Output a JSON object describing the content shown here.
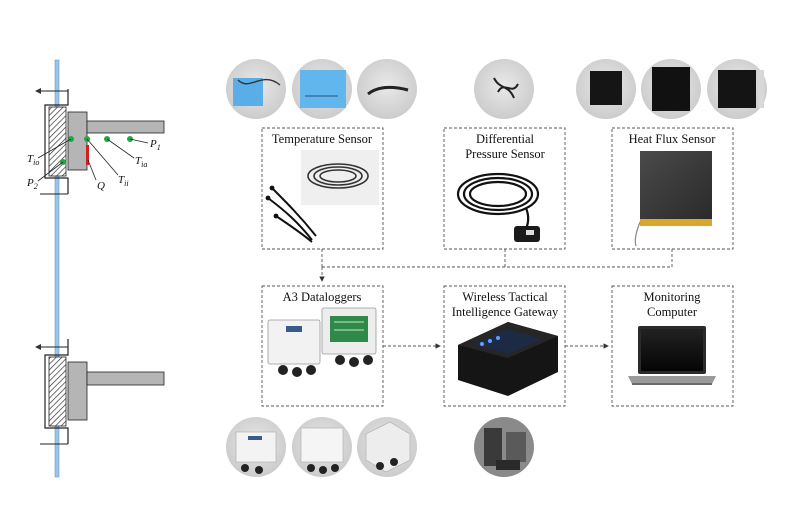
{
  "boxes": {
    "temperature": {
      "title": "Temperature Sensor"
    },
    "pressure": {
      "title_line1": "Differential",
      "title_line2": "Pressure Sensor"
    },
    "heatflux": {
      "title": "Heat Flux Sensor"
    },
    "dataloggers": {
      "title": "A3 Dataloggers"
    },
    "gateway": {
      "title_line1": "Wireless Tactical",
      "title_line2": "Intelligence Gateway"
    },
    "computer": {
      "title_line1": "Monitoring",
      "title_line2": "Computer"
    }
  },
  "symbols": {
    "p1_letter": "P",
    "p1_sub": "1",
    "tia_letter": "T",
    "tia_sub": "ia",
    "tii_letter": "T",
    "tii_sub": "ii",
    "tio_letter": "T",
    "tio_sub": "io",
    "p2_letter": "P",
    "p2_sub": "2",
    "q_letter": "Q"
  },
  "colors": {
    "sensor_dot": "#22a845",
    "heat_flux_strip": "#d22020",
    "glass": "#9cc4e8",
    "hatch": "#333333",
    "frame_gray": "#b5b5b5",
    "dash": "#555555"
  }
}
